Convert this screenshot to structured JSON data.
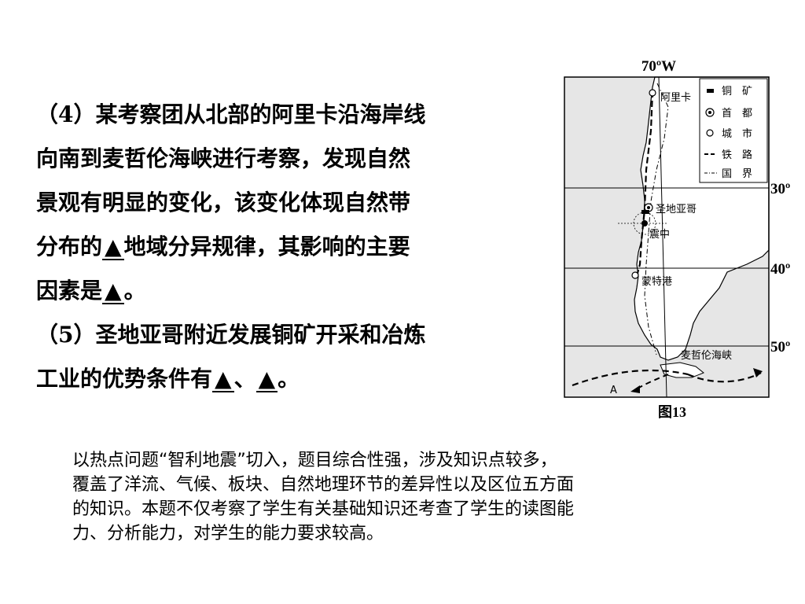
{
  "question": {
    "line1": "（4）某考察团从北部的阿里卡沿海岸线",
    "line2": "向南到麦哲伦海峡进行考察，发现自然",
    "line3": "景观有明显的变化，该变化体现自然带",
    "line4_before": "分布的",
    "line4_after": "地域分异规律，其影响的主要",
    "line5_before": "因素是",
    "line5_after": "。",
    "line6": "（5）圣地亚哥附近发展铜矿开采和冶炼",
    "line7_before": "工业的优势条件有",
    "line7_sep": "、",
    "line7_after": "。",
    "blank_symbol": "▲"
  },
  "map": {
    "longitude_label": "70ºW",
    "lat_30": "30º",
    "lat_40": "40º",
    "lat_50": "50º",
    "city_arica": "阿里卡",
    "city_santiago": "圣地亚哥",
    "city_quake": "震中",
    "city_montt": "蒙特港",
    "strait": "麦哲伦海峡",
    "current_label": "A",
    "caption": "图13",
    "legend": {
      "copper": "铜　矿",
      "capital": "首　都",
      "city": "城　市",
      "railway": "铁　路",
      "border": "国　界"
    }
  },
  "note": {
    "line1": "以热点问题“智利地震”切入，题目综合性强，涉及知识点较多，",
    "line2": "覆盖了洋流、气候、板块、自然地理环节的差异性以及区位五方面",
    "line3": "的知识。本题不仅考察了学生有关基础知识还考查了学生的读图能",
    "line4": "力、分析能力，对学生的能力要求较高。"
  }
}
